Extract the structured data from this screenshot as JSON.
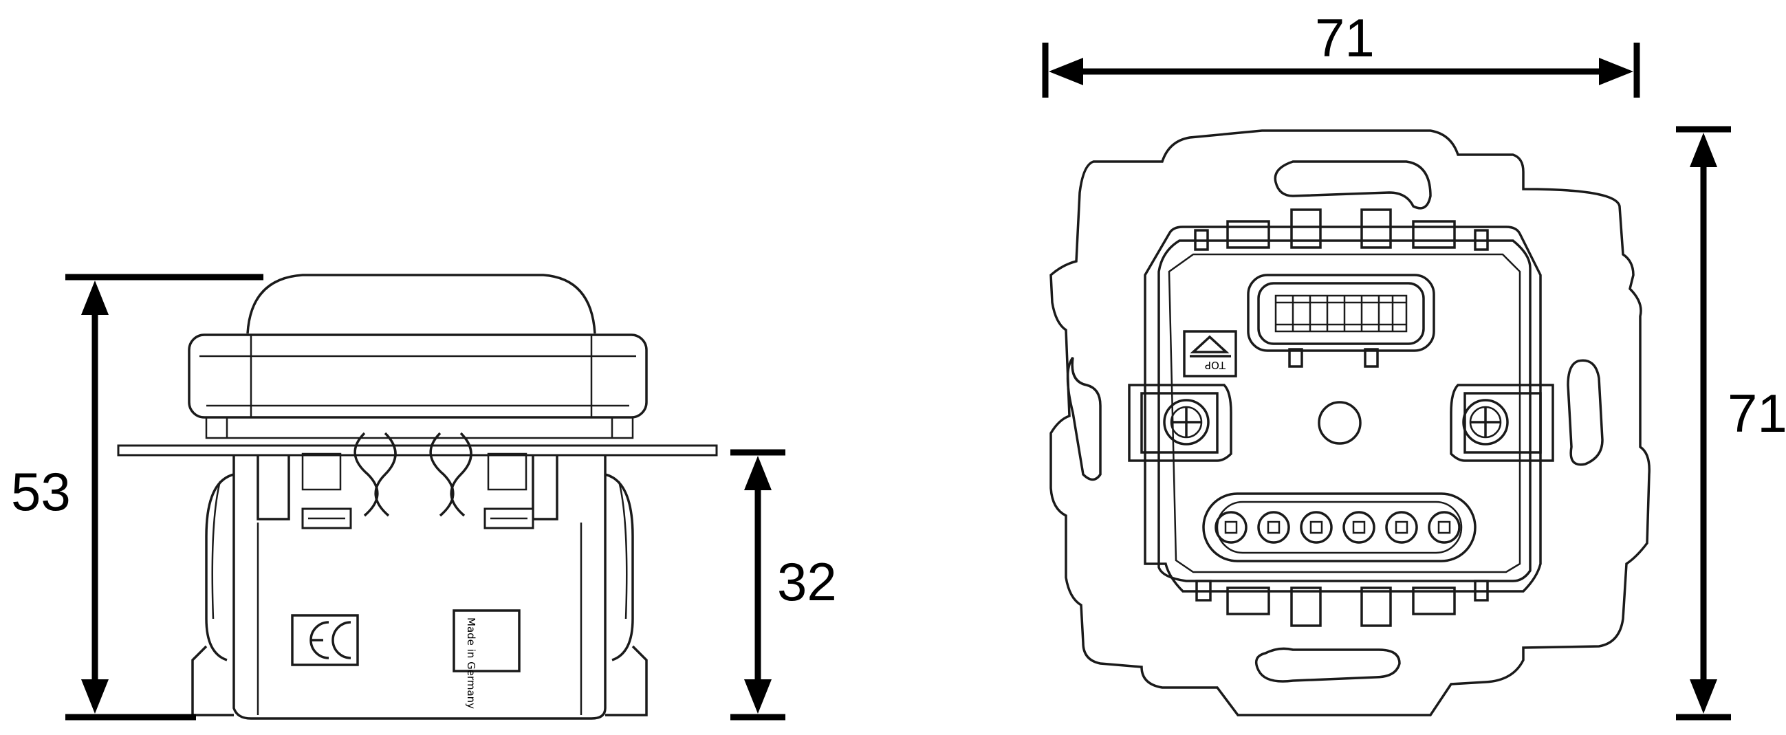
{
  "dimensions": {
    "height_total": "53",
    "height_body": "32",
    "width": "71",
    "height_front": "71"
  },
  "labels": {
    "made_in": "Made in Germany",
    "top_marker": "TOP"
  },
  "colors": {
    "line": "#000000",
    "background": "#ffffff"
  }
}
